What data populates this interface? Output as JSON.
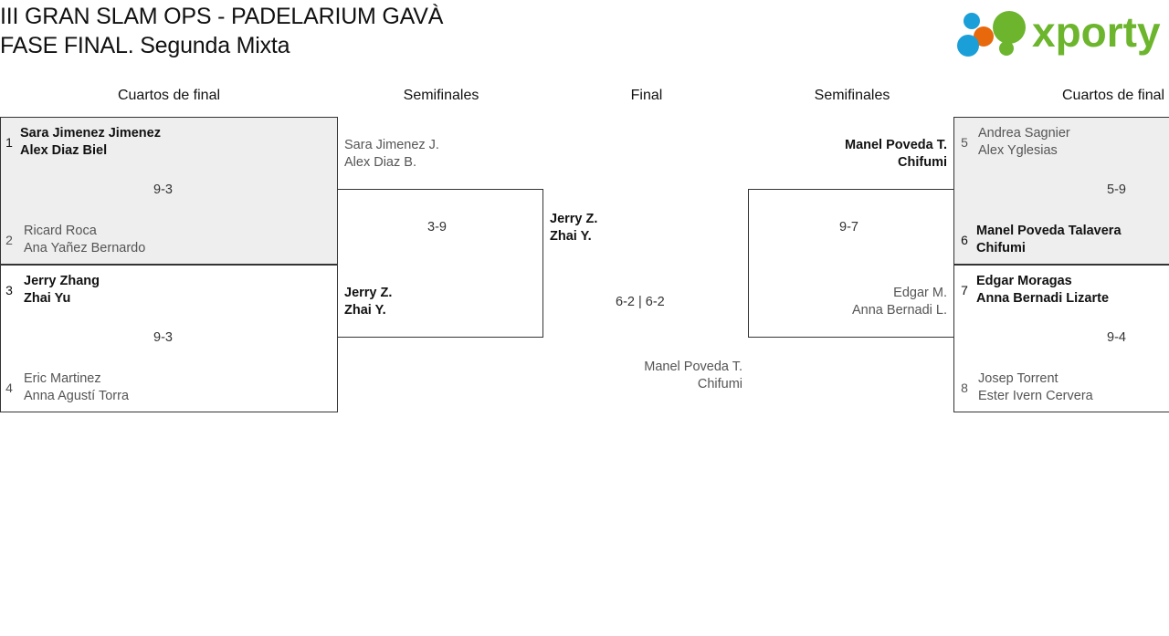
{
  "header": {
    "title_line1": "III GRAN SLAM OPS - PADELARIUM GAVÀ",
    "title_line2": "FASE FINAL. Segunda Mixta",
    "logo_text": "xporty",
    "logo_colors": {
      "green": "#6cb52d",
      "blue": "#1b9fd8",
      "orange": "#e8680c"
    }
  },
  "rounds": [
    {
      "label": "Cuartos de final"
    },
    {
      "label": "Semifinales"
    },
    {
      "label": "Final"
    },
    {
      "label": "Semifinales"
    },
    {
      "label": "Cuartos de final"
    }
  ],
  "left_quarterfinals": [
    {
      "score": "9-3",
      "top": {
        "seed": "1",
        "p1": "Sara Jimenez Jimenez",
        "p2": "Alex Diaz Biel",
        "winner": true
      },
      "bottom": {
        "seed": "2",
        "p1": "Ricard Roca",
        "p2": "Ana Yañez Bernardo",
        "winner": false
      }
    },
    {
      "score": "9-3",
      "top": {
        "seed": "3",
        "p1": "Jerry Zhang",
        "p2": "Zhai Yu",
        "winner": true
      },
      "bottom": {
        "seed": "4",
        "p1": "Eric Martinez",
        "p2": "Anna Agustí Torra",
        "winner": false
      }
    }
  ],
  "left_semifinal": {
    "score": "3-9",
    "top": {
      "p1": "Sara Jimenez J.",
      "p2": "Alex Diaz B.",
      "winner": false
    },
    "bottom": {
      "p1": "Jerry Z.",
      "p2": "Zhai Y.",
      "winner": true
    }
  },
  "final": {
    "score": "6-2 | 6-2",
    "left": {
      "p1": "Jerry Z.",
      "p2": "Zhai Y.",
      "winner": true
    },
    "right": {
      "p1": "Manel Poveda T.",
      "p2": "Chifumi",
      "winner": false
    }
  },
  "right_semifinal": {
    "score": "9-7",
    "top": {
      "p1": "Manel Poveda T.",
      "p2": "Chifumi",
      "winner": true
    },
    "bottom": {
      "p1": "Edgar M.",
      "p2": "Anna Bernadi L.",
      "winner": false
    }
  },
  "right_quarterfinals": [
    {
      "score": "5-9",
      "top": {
        "seed": "5",
        "p1": "Andrea Sagnier",
        "p2": "Alex Yglesias",
        "winner": false
      },
      "bottom": {
        "seed": "6",
        "p1": "Manel Poveda Talavera",
        "p2": "Chifumi",
        "winner": true
      }
    },
    {
      "score": "9-4",
      "top": {
        "seed": "7",
        "p1": "Edgar Moragas",
        "p2": "Anna Bernadi Lizarte",
        "winner": true
      },
      "bottom": {
        "seed": "8",
        "p1": "Josep Torrent",
        "p2": "Ester Ivern Cervera",
        "winner": false
      }
    }
  ]
}
